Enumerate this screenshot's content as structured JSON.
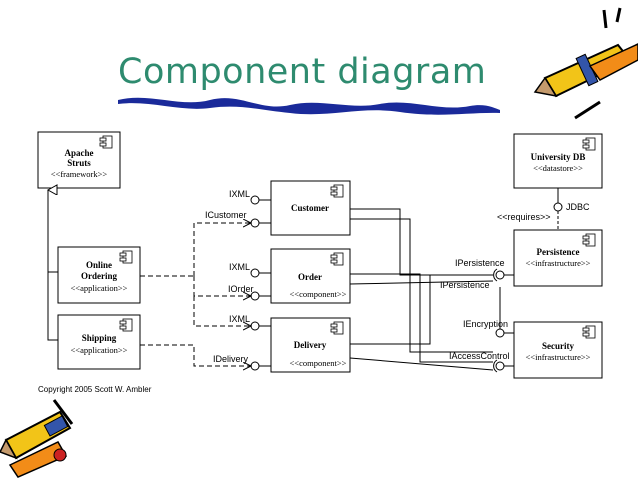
{
  "slide": {
    "title": "Component diagram",
    "copyright": "Copyright 2005 Scott W. Ambler"
  },
  "components": {
    "apache_struts": {
      "name_line1": "Apache",
      "name_line2": "Struts",
      "stereotype": "<<framework>>"
    },
    "online_ordering": {
      "name_line1": "Online",
      "name_line2": "Ordering",
      "stereotype": "<<application>>"
    },
    "shipping": {
      "name": "Shipping",
      "stereotype": "<<application>>"
    },
    "customer": {
      "name": "Customer"
    },
    "order": {
      "name": "Order",
      "stereotype": "<<component>>"
    },
    "delivery": {
      "name": "Delivery",
      "stereotype": "<<component>>"
    },
    "university_db": {
      "name": "University DB",
      "stereotype": "<<datastore>>"
    },
    "persistence": {
      "name": "Persistence",
      "stereotype": "<<infrastructure>>"
    },
    "security": {
      "name": "Security",
      "stereotype": "<<infrastructure>>"
    }
  },
  "interfaces": {
    "customer_ixml": "IXML",
    "icustomer": "ICustomer",
    "order_ixml": "IXML",
    "iorder": "IOrder",
    "delivery_ixml": "IXML",
    "idelivery": "IDelivery",
    "jdbc": "JDBC",
    "requires": "<<requires>>",
    "ipersistence_top": "IPersistence",
    "ipersistence_bottom": "IPersistence",
    "iencryption": "IEncryption",
    "iaccesscontrol": "IAccessControl"
  },
  "colors": {
    "title": "#2e8b6f",
    "accent_wave": "#1a2a9a",
    "pencil_yellow": "#f2c418"
  }
}
